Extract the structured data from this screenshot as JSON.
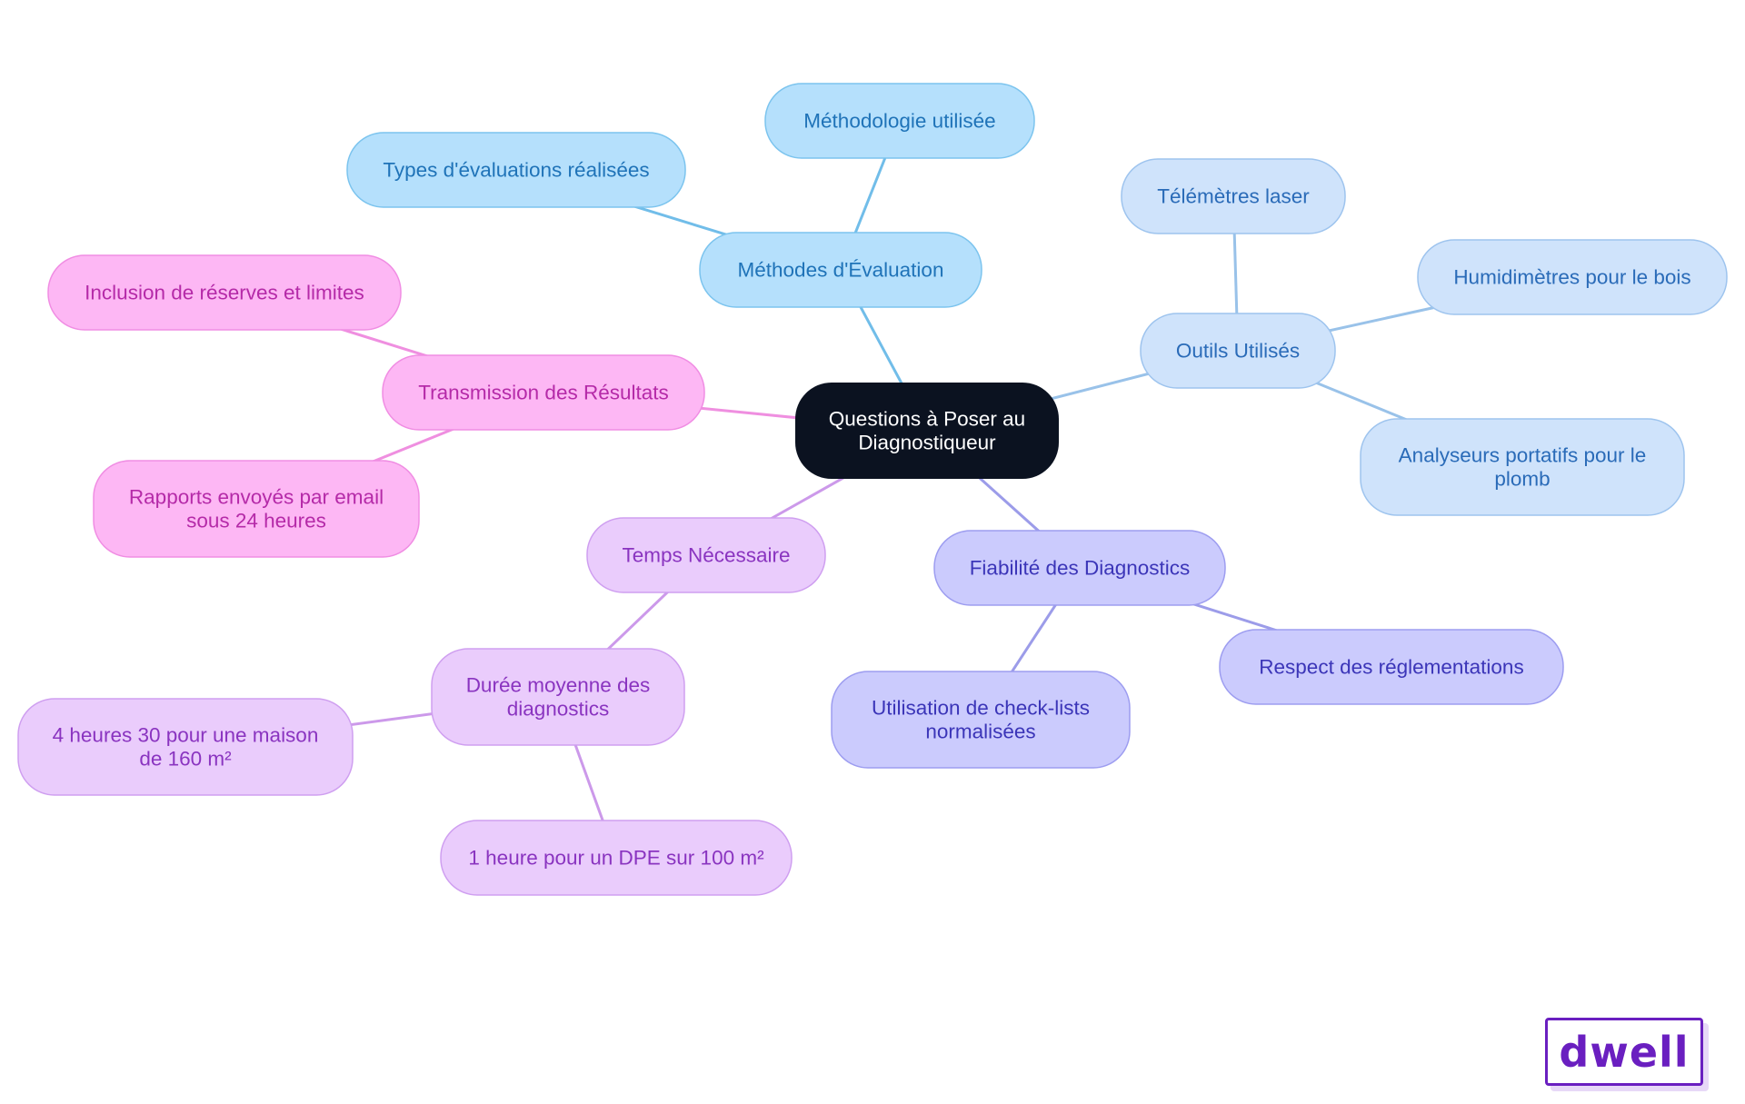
{
  "root": {
    "lines": [
      "Questions à Poser au",
      "Diagnostiqueur"
    ]
  },
  "palette": {
    "root_fill": "#0b1220",
    "blue_fill": "#b5e0fc",
    "blue_stroke": "#7cc4ee",
    "blue_text": "#1f73b8",
    "blue_edge": "#71bde9",
    "lightblue_fill": "#cfe3fb",
    "lightblue_stroke": "#9ec4ee",
    "lightblue_text": "#2a6bb8",
    "lightblue_edge": "#99c2e9",
    "indigo_fill": "#cbcbfd",
    "indigo_stroke": "#9d9df0",
    "indigo_text": "#3b35b8",
    "indigo_edge": "#9c9ce9",
    "lavender_fill": "#eaccfc",
    "lavender_stroke": "#cf9ff0",
    "lavender_text": "#8a34c0",
    "lavender_edge": "#cc99ea",
    "pink_fill": "#fdb7f4",
    "pink_stroke": "#f08de3",
    "pink_text": "#b52aa8",
    "pink_edge": "#ef8fe0"
  },
  "branches": [
    {
      "id": "methodes",
      "palette": "blue",
      "lines": [
        "Méthodes d'Évaluation"
      ],
      "children": [
        {
          "id": "methodologie",
          "lines": [
            "Méthodologie utilisée"
          ]
        },
        {
          "id": "types-evaluations",
          "lines": [
            "Types d'évaluations réalisées"
          ]
        }
      ]
    },
    {
      "id": "outils",
      "palette": "lightblue",
      "lines": [
        "Outils Utilisés"
      ],
      "children": [
        {
          "id": "telemetres",
          "lines": [
            "Télémètres laser"
          ]
        },
        {
          "id": "humidimetres",
          "lines": [
            "Humidimètres pour le bois"
          ]
        },
        {
          "id": "analyseurs",
          "lines": [
            "Analyseurs portatifs pour le",
            "plomb"
          ]
        }
      ]
    },
    {
      "id": "fiabilite",
      "palette": "indigo",
      "lines": [
        "Fiabilité des Diagnostics"
      ],
      "children": [
        {
          "id": "respect",
          "lines": [
            "Respect des réglementations"
          ]
        },
        {
          "id": "checklists",
          "lines": [
            "Utilisation de check-lists",
            "normalisées"
          ]
        }
      ]
    },
    {
      "id": "temps",
      "palette": "lavender",
      "lines": [
        "Temps Nécessaire"
      ],
      "children": [
        {
          "id": "duree",
          "lines": [
            "Durée moyenne des",
            "diagnostics"
          ],
          "children": [
            {
              "id": "quatre-heures",
              "lines": [
                "4 heures 30 pour une maison",
                "de 160 m²"
              ]
            },
            {
              "id": "une-heure",
              "lines": [
                "1 heure pour un DPE sur 100 m²"
              ]
            }
          ]
        }
      ]
    },
    {
      "id": "transmission",
      "palette": "pink",
      "lines": [
        "Transmission des Résultats"
      ],
      "children": [
        {
          "id": "inclusion",
          "lines": [
            "Inclusion de réserves et limites"
          ]
        },
        {
          "id": "rapports",
          "lines": [
            "Rapports envoyés par email",
            "sous 24 heures"
          ]
        }
      ]
    }
  ],
  "logo": {
    "text": "dwell"
  }
}
